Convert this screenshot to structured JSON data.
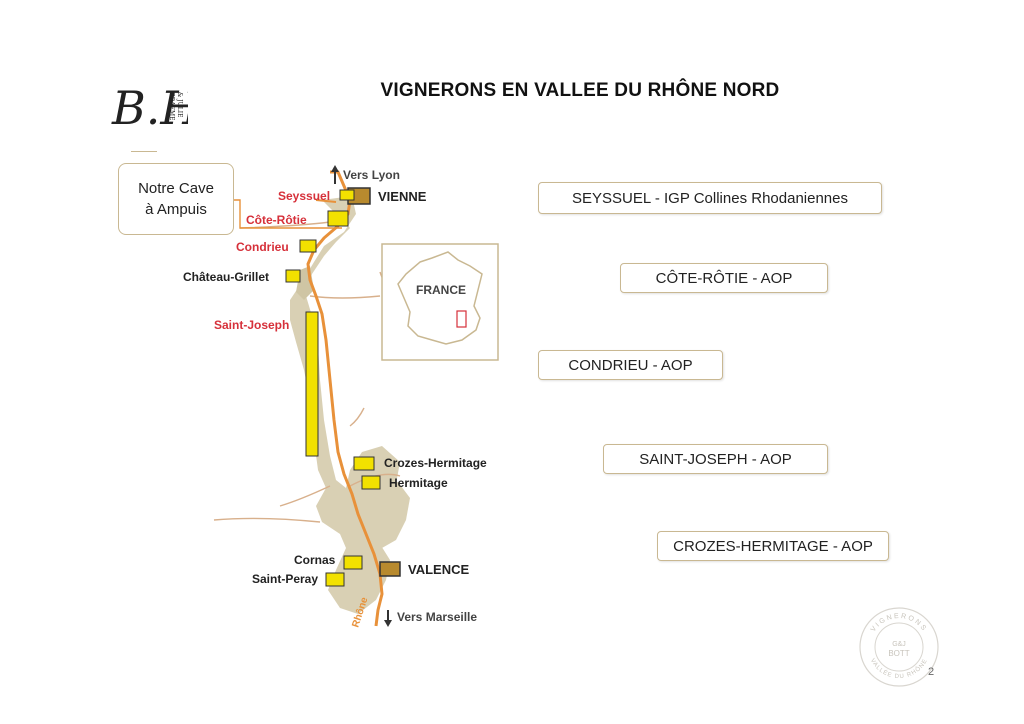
{
  "title": "VIGNERONS EN VALLEE DU RHÔNE NORD",
  "logo": {
    "monogram": "B.H",
    "side_text_1": "GRAEME",
    "side_text_2": "& JULIE"
  },
  "callout": {
    "line1": "Notre Cave",
    "line2": "à Ampuis"
  },
  "map": {
    "vers_lyon": "Vers Lyon",
    "vers_marseille": "Vers Marseille",
    "river": "Rhône",
    "france": "FRANCE",
    "cities": {
      "vienne": "VIENNE",
      "valence": "VALENCE"
    },
    "appellations_red": {
      "seyssuel": "Seyssuel",
      "cote_rotie": "Côte-Rôtie",
      "condrieu": "Condrieu",
      "saint_joseph": "Saint-Joseph"
    },
    "appellations_black": {
      "chateau_grillet": "Château-Grillet",
      "crozes_hermitage": "Crozes-Hermitage",
      "hermitage": "Hermitage",
      "cornas": "Cornas",
      "saint_peray": "Saint-Peray"
    }
  },
  "labels": [
    "SEYSSUEL - IGP Collines Rhodaniennes",
    "CÔTE-RÔTIE - AOP",
    "CONDRIEU - AOP",
    "SAINT-JOSEPH - AOP",
    "CROZES-HERMITAGE - AOP"
  ],
  "stamp": {
    "top_text": "VIGNERONS",
    "bottom_text": "VALLÉE DU RHÔNE",
    "center_1": "G&J",
    "center_2": "BOTT"
  },
  "page_number": "2",
  "colors": {
    "accent_gold": "#c9b892",
    "red_label": "#d6303a",
    "river_orange": "#e8913a",
    "vineyard_yellow": "#f2e100",
    "terrain": "#d9d0b4",
    "city_brown": "#b88a2e"
  }
}
